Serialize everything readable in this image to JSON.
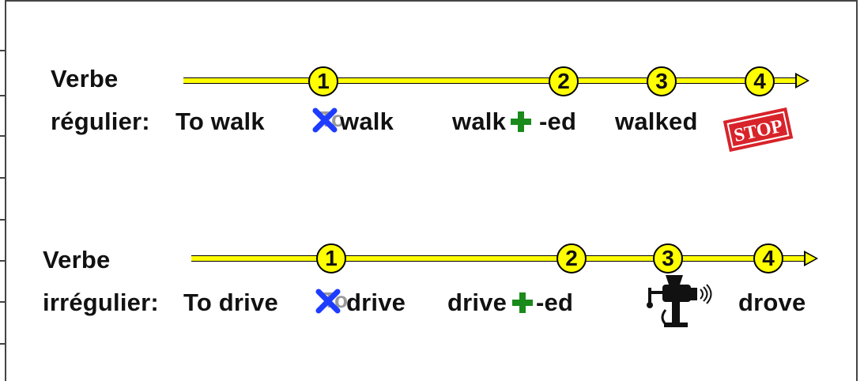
{
  "regular": {
    "title_line1": "Verbe",
    "title_line2": "régulier:",
    "infinitive": "To walk",
    "step1_word": "walk",
    "step2_word": "walk",
    "step2_suffix": "-ed",
    "step3_word": "walked",
    "stop_text": "STOP",
    "steps": [
      "1",
      "2",
      "3",
      "4"
    ]
  },
  "irregular": {
    "title_line1": "Verbe",
    "title_line2": "irrégulier:",
    "infinitive": "To drive",
    "step1_word": "drive",
    "step2_word": "drive",
    "step2_suffix": "-ed",
    "step4_word": "drove",
    "steps": [
      "1",
      "2",
      "3",
      "4"
    ]
  },
  "colors": {
    "timeline": "#ffff00",
    "cross": "#1e3cff",
    "plus": "#1a8a1a",
    "stop": "#d8232a"
  },
  "icons": {
    "cross": "cross-icon",
    "plus": "plus-icon",
    "stop": "stop-stamp-icon",
    "grinder": "meat-grinder-icon",
    "arrow": "arrow-head-icon"
  }
}
